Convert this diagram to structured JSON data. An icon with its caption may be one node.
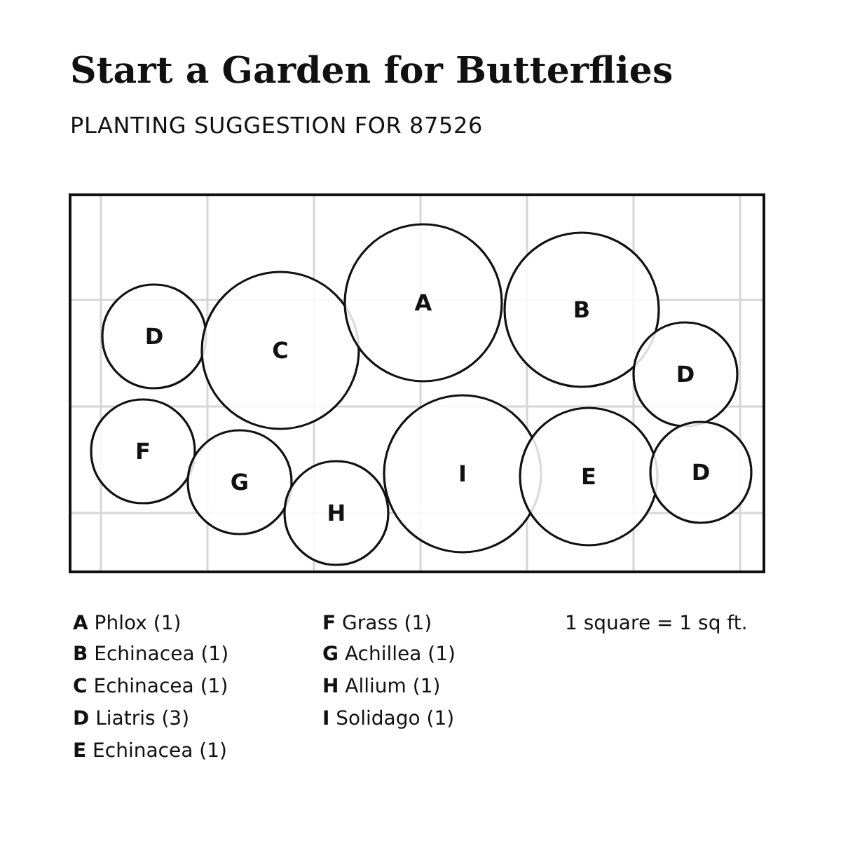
{
  "diagram": {
    "title": "Start a Garden for Butterflies",
    "nodes": [
      {
        "text": [
          "D"
        ]
      },
      {
        "text": [
          "C"
        ]
      },
      {
        "text": [
          "A"
        ]
      },
      {
        "text": [
          "B"
        ]
      },
      {
        "text": [
          "D"
        ]
      },
      {
        "text": [
          "F"
        ]
      },
      {
        "text": [
          "G"
        ]
      },
      {
        "text": [
          "H"
        ]
      },
      {
        "text": [
          "I"
        ]
      },
      {
        "text": [
          "E"
        ]
      },
      {
        "text": [
          "D"
        ]
      }
    ],
    "labels": [
      "PLANTING SUGGESTION FOR 87526",
      "**A** Phlox (1)",
      "**B** Echinacea (1)",
      "**C** Echinacea (1)",
      "**D** Liatris (3)",
      "**E** Echinacea (1)",
      "**F** Grass (1)",
      "**G** Achillea (1)",
      "**H** Allium (1)",
      "**I** Solidago (1)",
      "1 square = 1 sq ft."
    ]
  }
}
